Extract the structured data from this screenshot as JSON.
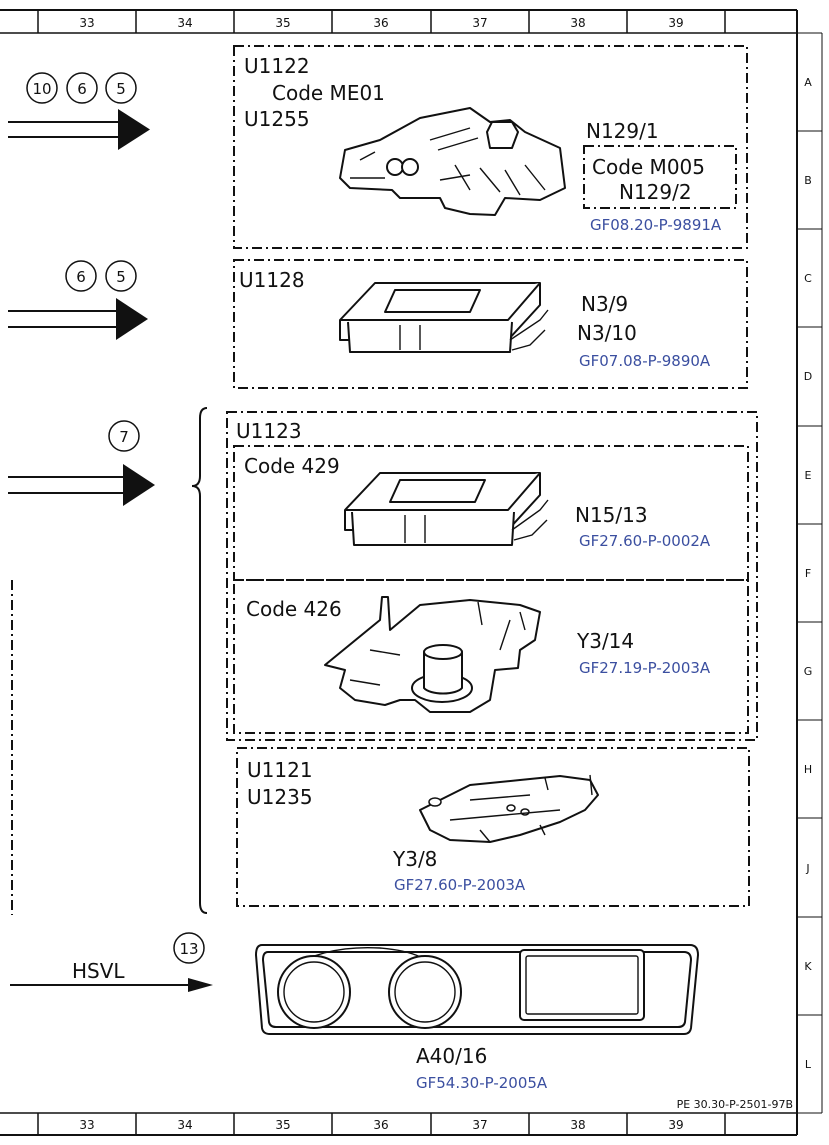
{
  "ruler": {
    "columns": [
      "33",
      "34",
      "35",
      "36",
      "37",
      "38",
      "39"
    ],
    "rows": [
      "A",
      "B",
      "C",
      "D",
      "E",
      "F",
      "G",
      "H",
      "J",
      "K",
      "L"
    ]
  },
  "doc_id": "PE 30.30-P-2501-97B",
  "inputs": {
    "top": [
      "10",
      "6",
      "5"
    ],
    "second": [
      "6",
      "5"
    ],
    "third": [
      "7"
    ],
    "hsvl_num": "13",
    "hsvl_label": "HSVL"
  },
  "groups": {
    "g1": {
      "codes": [
        "U1122",
        "Code ME01",
        "U1255"
      ],
      "component": "N129/1",
      "sub_code": "Code M005",
      "sub_component": "N129/2",
      "ref": "GF08.20-P-9891A"
    },
    "g2": {
      "code": "U1128",
      "components": [
        "N3/9",
        "N3/10"
      ],
      "ref": "GF07.08-P-9890A"
    },
    "g3": {
      "code": "U1123",
      "sub1": {
        "code": "Code 429",
        "component": "N15/13",
        "ref": "GF27.60-P-0002A"
      },
      "sub2": {
        "code": "Code 426",
        "component": "Y3/14",
        "ref": "GF27.19-P-2003A"
      }
    },
    "g4": {
      "codes": [
        "U1121",
        "U1235"
      ],
      "component": "Y3/8",
      "ref": "GF27.60-P-2003A"
    },
    "cluster": {
      "component": "A40/16",
      "ref": "GF54.30-P-2005A"
    }
  }
}
